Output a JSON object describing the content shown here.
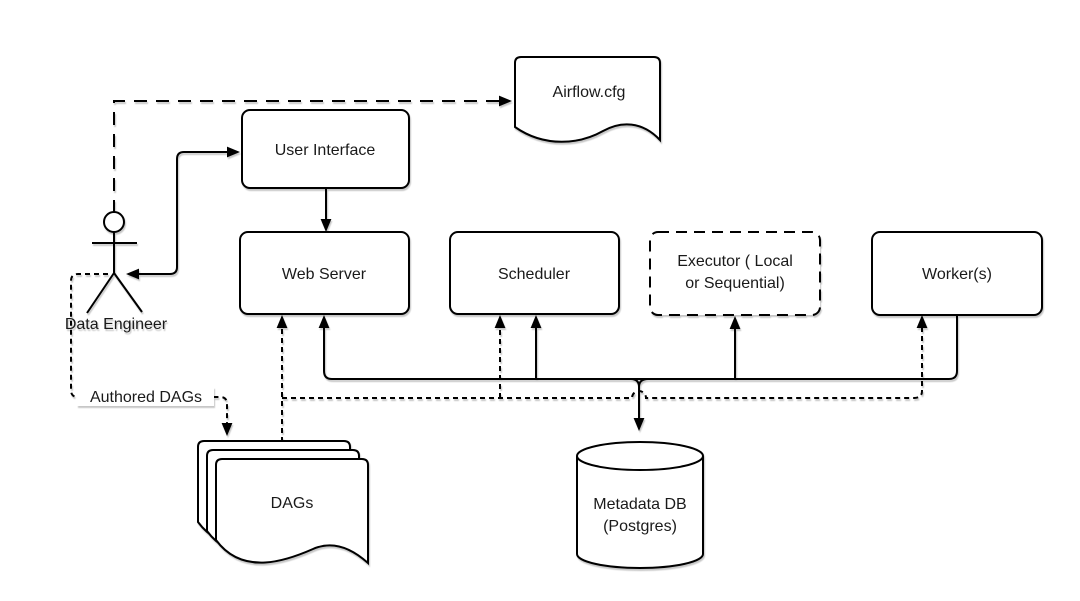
{
  "diagram": {
    "colors": {
      "stroke": "#000000",
      "background": "#ffffff",
      "text": "#1a1a1a"
    },
    "nodes": {
      "user_interface": {
        "label": "User Interface"
      },
      "airflow_cfg": {
        "label": "Airflow.cfg"
      },
      "web_server": {
        "label": "Web Server"
      },
      "scheduler": {
        "label": "Scheduler"
      },
      "executor": {
        "label_line1": "Executor ( Local",
        "label_line2": "or Sequential)"
      },
      "workers": {
        "label": "Worker(s)"
      },
      "data_engineer": {
        "label": "Data Engineer"
      },
      "dags": {
        "label": "DAGs"
      },
      "metadata_db": {
        "label_line1": "Metadata DB",
        "label_line2": "(Postgres)"
      }
    },
    "edge_labels": {
      "authored_dags": "Authored DAGs"
    }
  }
}
